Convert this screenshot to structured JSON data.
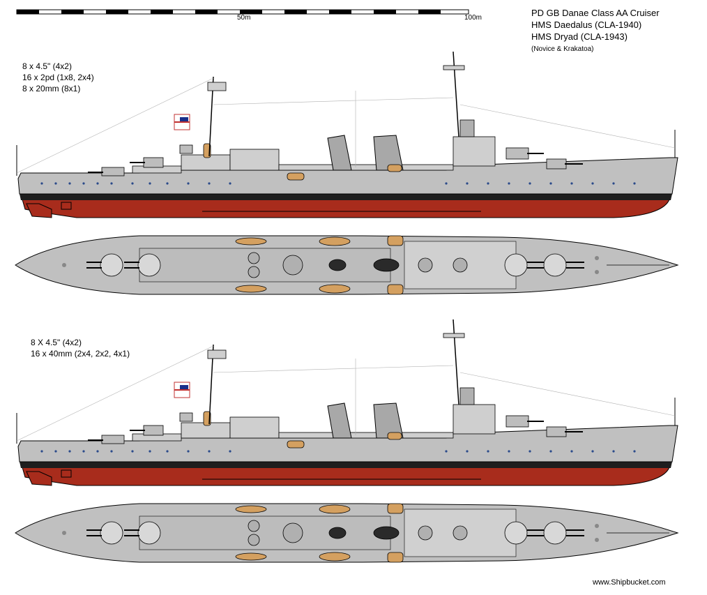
{
  "scale": {
    "labels": [
      "50m",
      "100m"
    ],
    "values_m": [
      50,
      100
    ]
  },
  "header": {
    "title": "PD GB Danae Class AA Cruiser",
    "ship1": "HMS Daedalus (CLA-1940)",
    "ship2": "HMS Dryad (CLA-1943)",
    "note": "(Novice & Krakatoa)"
  },
  "armament1": [
    "8 x 4.5\" (4x2)",
    "16 x 2pd (1x8, 2x4)",
    "8 x 20mm (8x1)"
  ],
  "armament2": [
    "8 X 4.5\" (4x2)",
    "16 x 40mm (2x4, 2x2, 4x1)"
  ],
  "credit": "www.Shipbucket.com",
  "colors": {
    "hull": "#c0c0c0",
    "deck": "#b4b4b4",
    "antifouling": "#a82c1c",
    "boottop": "#1e1e1e",
    "boats": "#d4a060",
    "superstructure": "#cfcfcf"
  }
}
